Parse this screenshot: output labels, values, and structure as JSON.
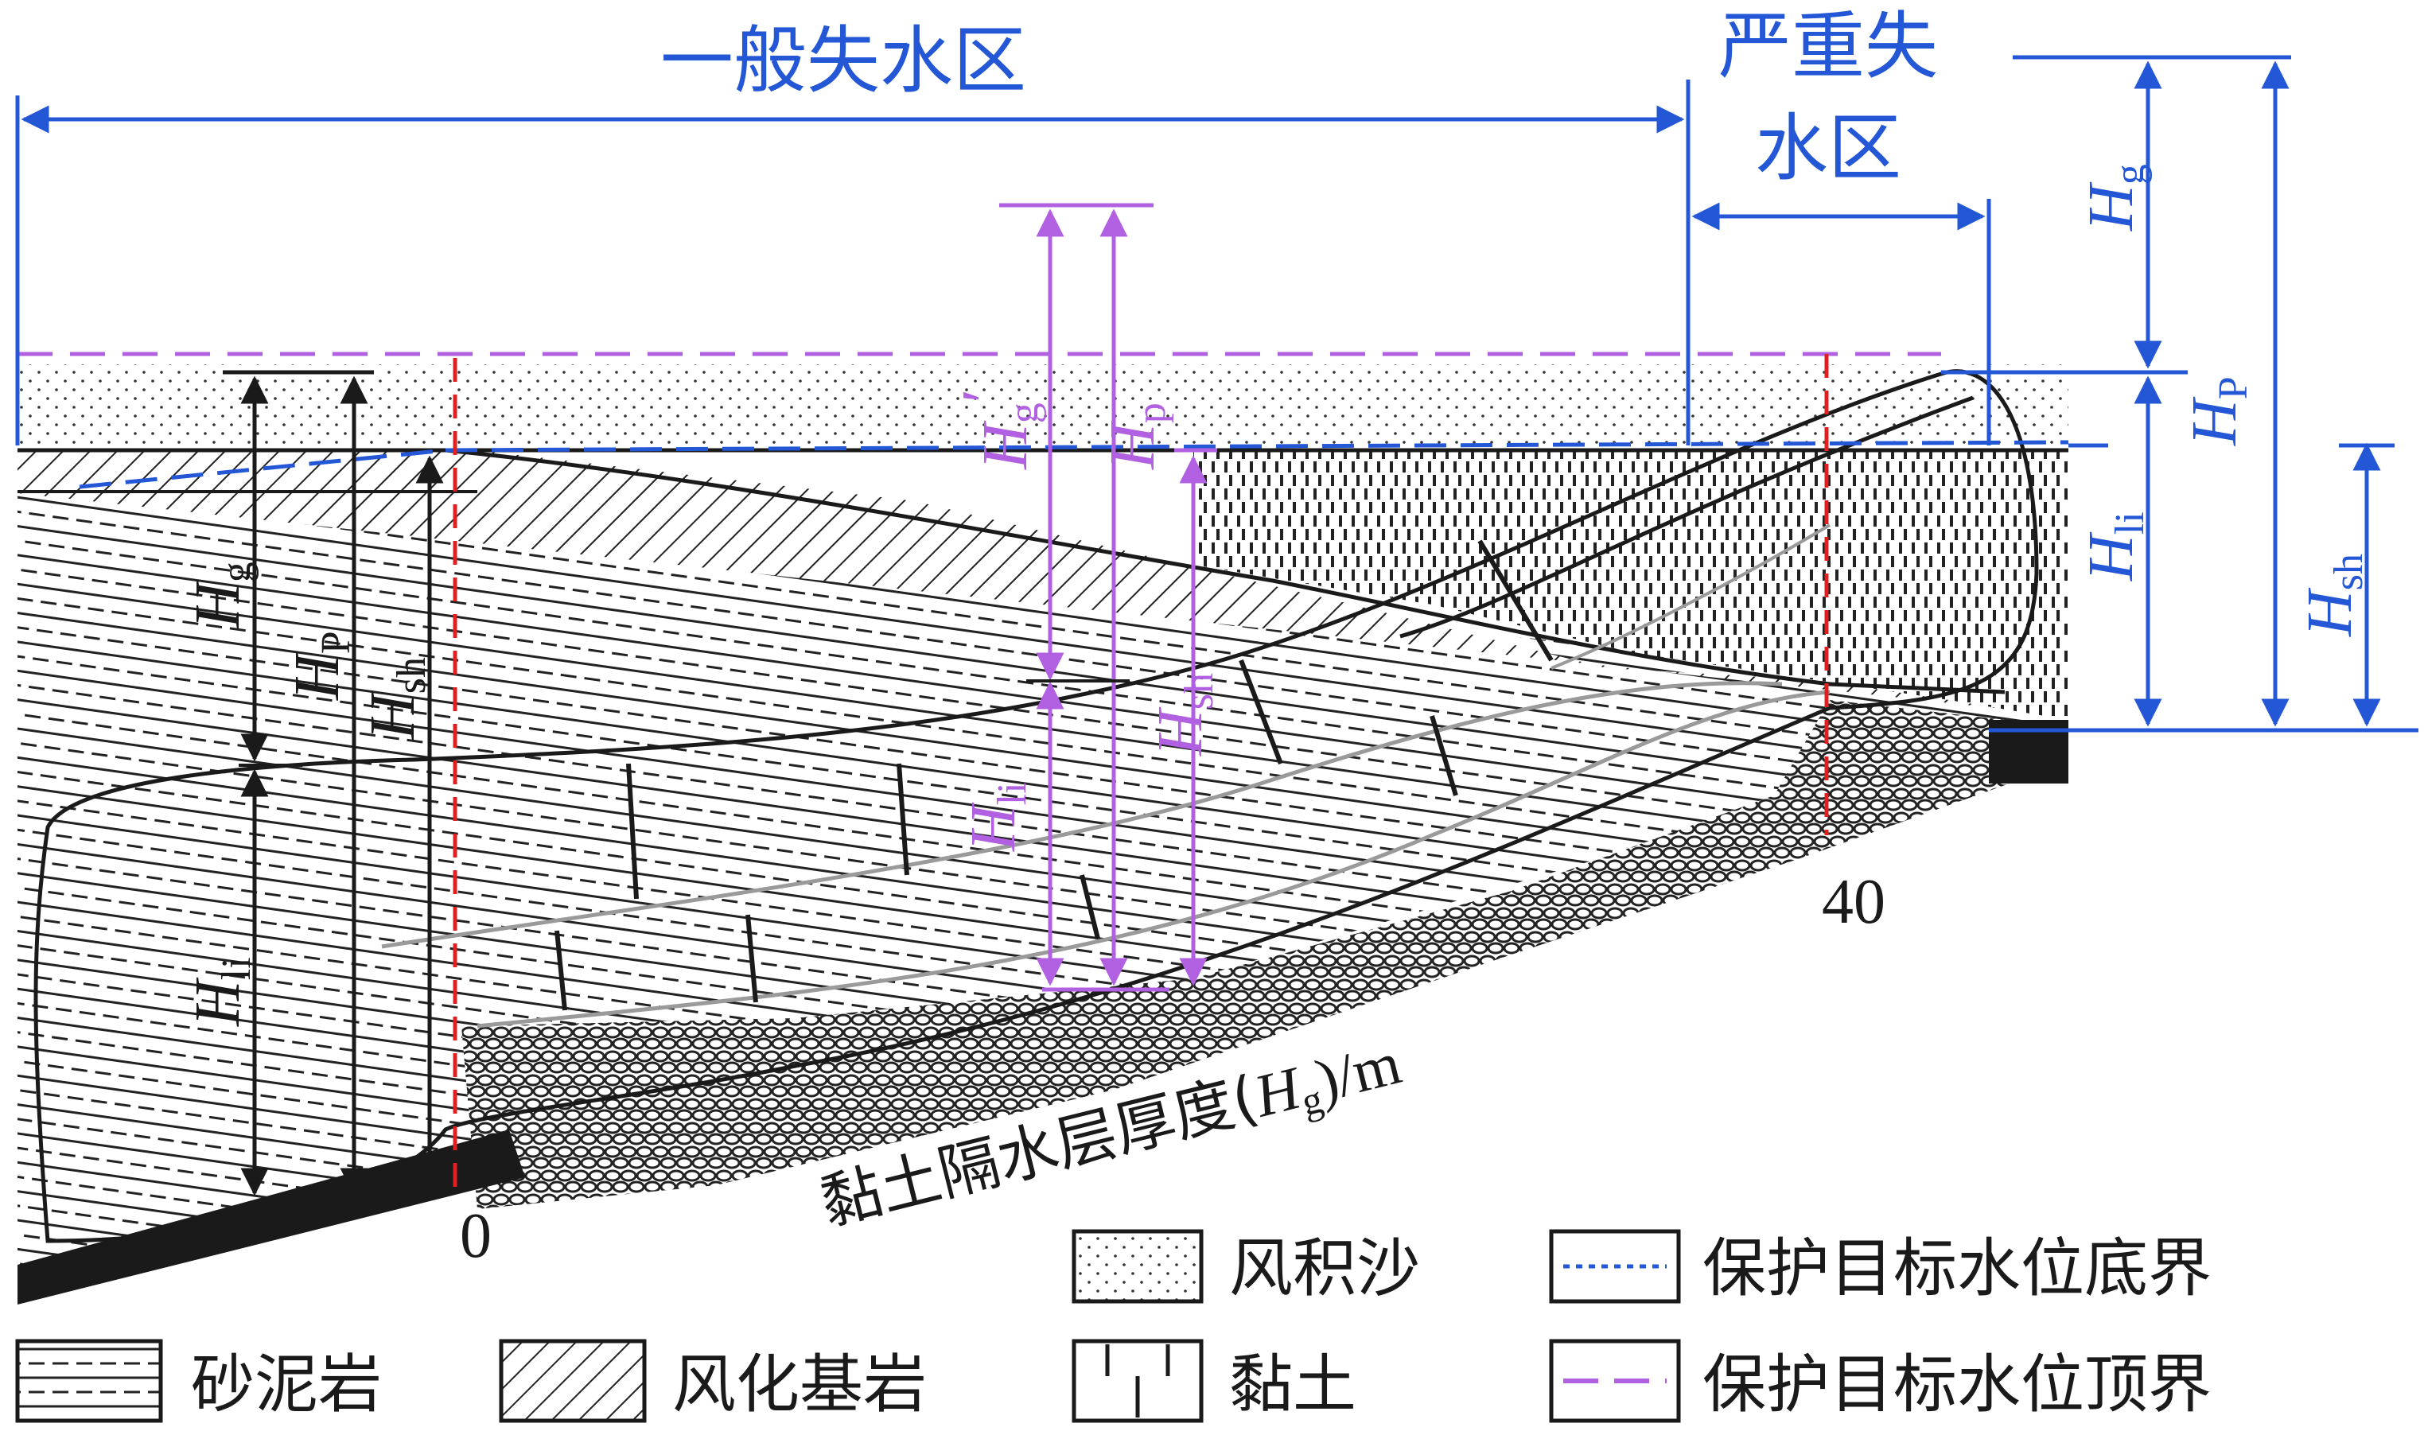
{
  "colors": {
    "blue": "#2457d6",
    "purple": "#b060e0",
    "red": "#e02020",
    "black": "#1a1a1a",
    "grey": "#9a9a9a"
  },
  "top_labels": {
    "general_zone": "一般失水区",
    "severe_zone_line1": "严重失",
    "severe_zone_line2": "水区"
  },
  "axis": {
    "title_main": "黏土隔水层厚度(",
    "title_var": "H",
    "title_sub": "g",
    "title_tail": ")/m",
    "tick_0": "0",
    "tick_40": "40"
  },
  "vars": {
    "H": "H",
    "g": "g",
    "P": "P",
    "p": "p",
    "sh": "sh",
    "li": "li",
    "prime": "′"
  },
  "legend": {
    "sand": "风积沙",
    "mudstone": "砂泥岩",
    "weathered": "风化基岩",
    "clay": "黏土",
    "bottom": "保护目标水位底界",
    "top": "保护目标水位顶界"
  }
}
